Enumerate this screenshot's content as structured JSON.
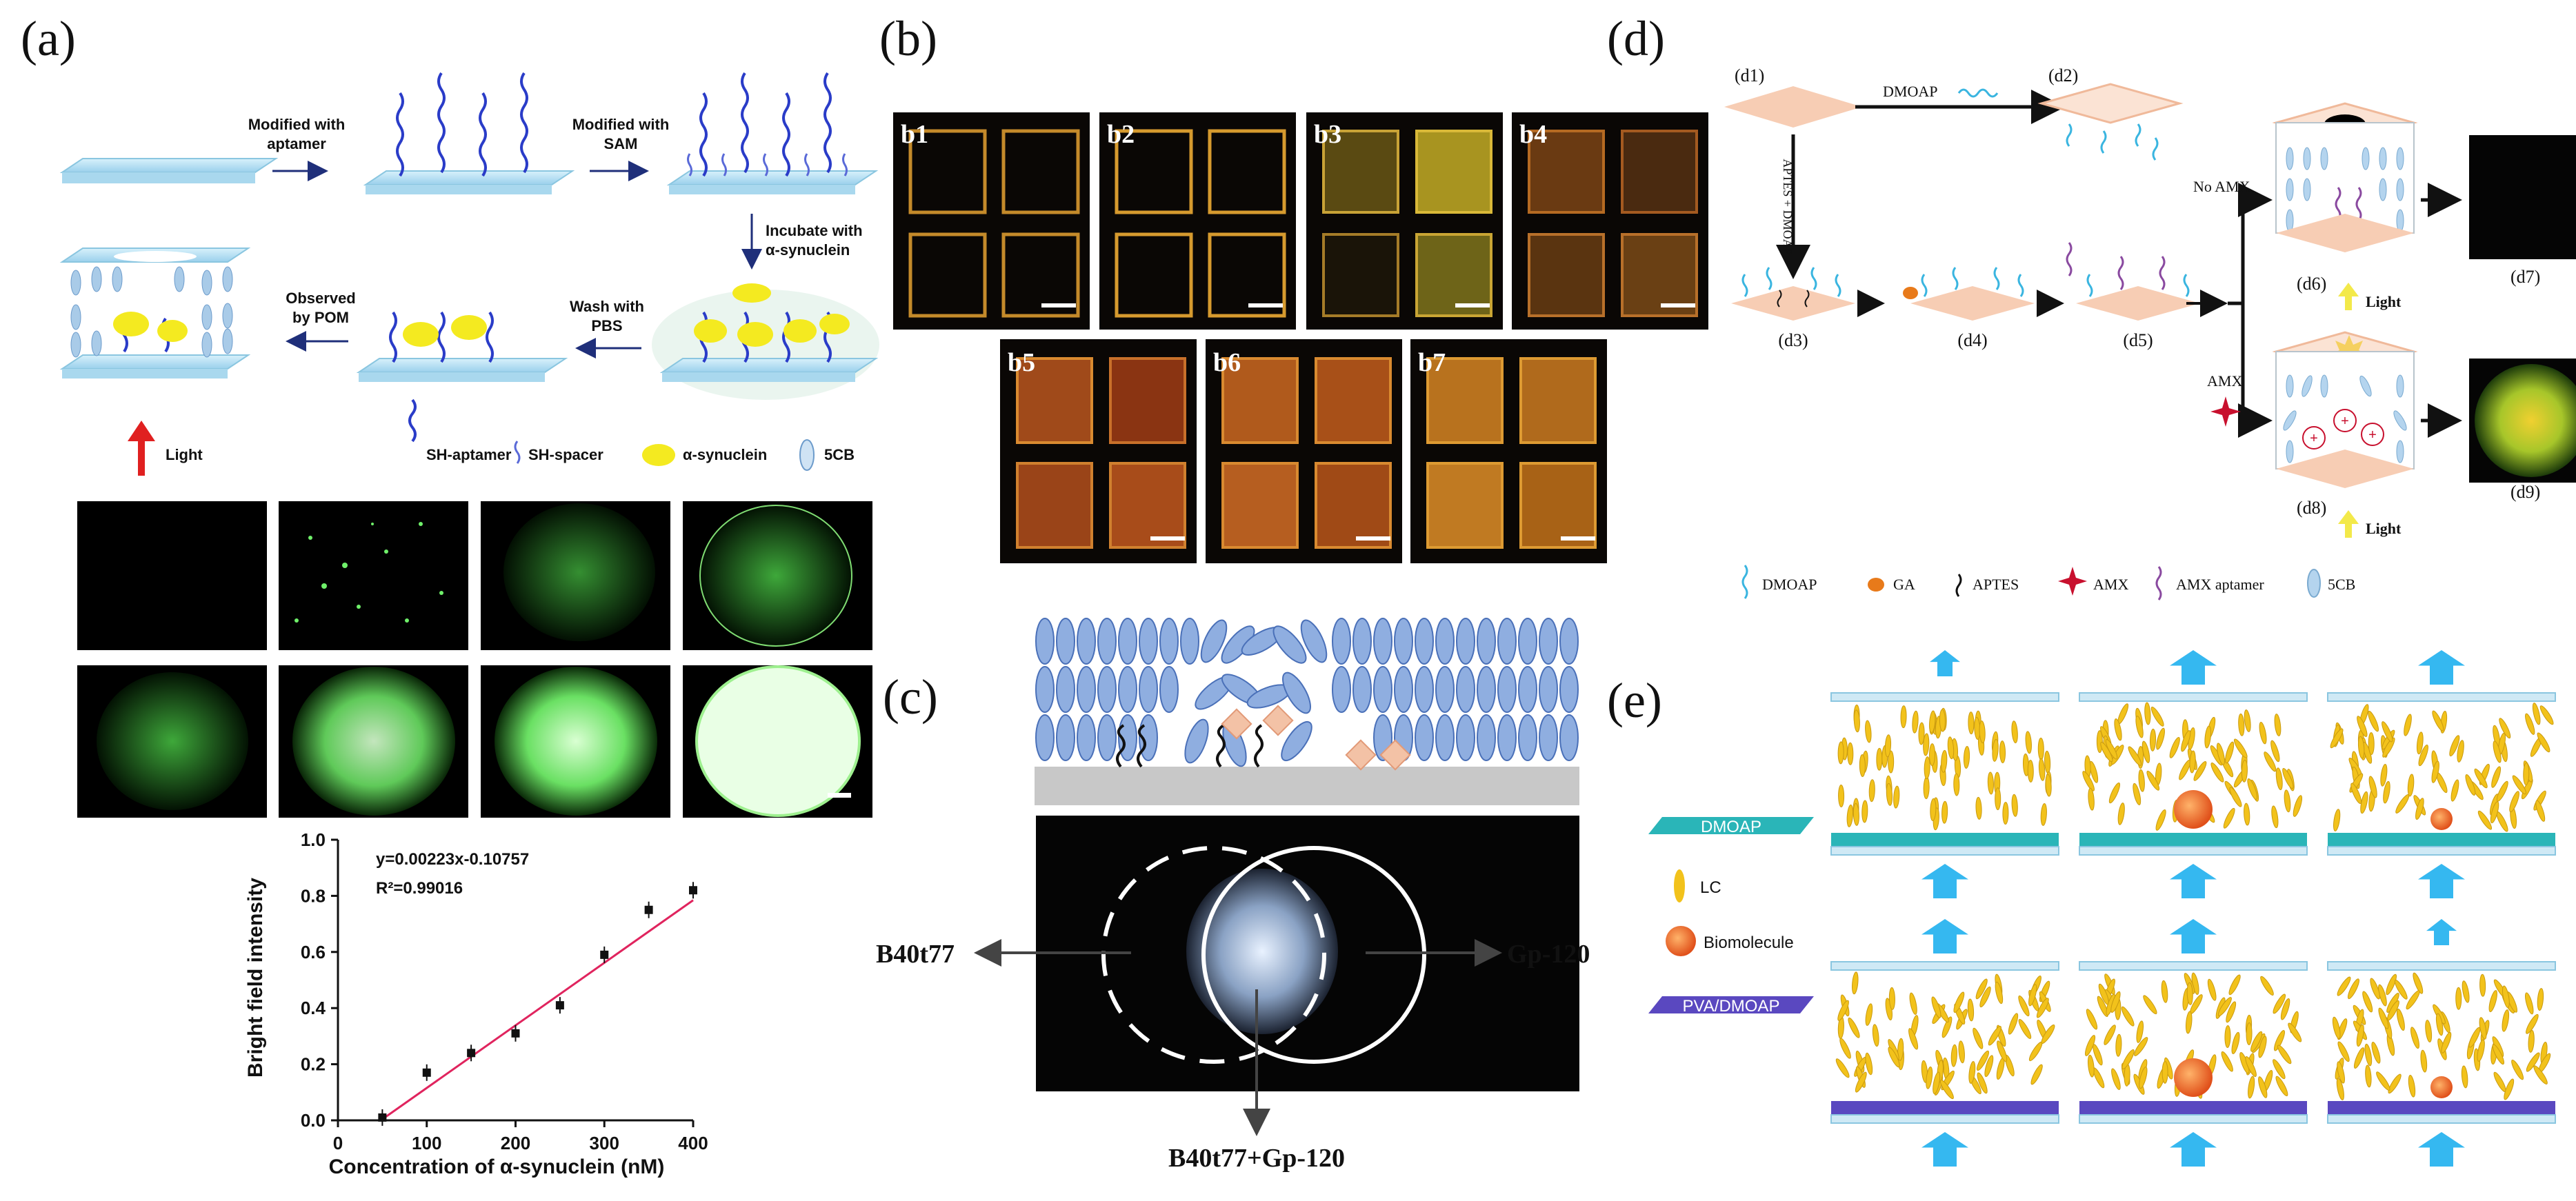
{
  "panels": {
    "a": "(a)",
    "b": "(b)",
    "c": "(c)",
    "d": "(d)",
    "e": "(e)"
  },
  "panel_a": {
    "steps": {
      "s1": "Modified with",
      "s1b": "aptamer",
      "s2": "Modified with",
      "s2b": "SAM",
      "s3": "Incubate with",
      "s3b": "α-synuclein",
      "s4": "Wash with",
      "s4b": "PBS",
      "s5": "Observed",
      "s5b": "by POM"
    },
    "light": "Light",
    "legend": {
      "aptamer": "SH-aptamer",
      "spacer": "SH-spacer",
      "protein": "α-synuclein",
      "lc": "5CB"
    }
  },
  "chart_data": {
    "type": "scatter",
    "x": [
      50,
      100,
      150,
      200,
      250,
      300,
      350,
      400
    ],
    "values": [
      0.01,
      0.17,
      0.24,
      0.31,
      0.41,
      0.59,
      0.75,
      0.82
    ],
    "xlabel": "Concentration of α-synuclein (nM)",
    "ylabel": "Bright field intensity",
    "xlim": [
      0,
      400
    ],
    "ylim": [
      0.0,
      1.0
    ],
    "xticks": [
      "0",
      "100",
      "200",
      "300",
      "400"
    ],
    "yticks": [
      "0.0",
      "0.2",
      "0.4",
      "0.6",
      "0.8",
      "1.0"
    ],
    "fit_equation": "y=0.00223x-0.10757",
    "fit_r2": "R²=0.99016",
    "fit_color": "#e0245e"
  },
  "panel_b": {
    "labels": [
      "b1",
      "b2",
      "b3",
      "b4",
      "b5",
      "b6",
      "b7"
    ]
  },
  "panel_c": {
    "left": "B40t77",
    "right": "Gp-120",
    "bottom": "B40t77+Gp-120"
  },
  "panel_d": {
    "labels": [
      "(d1)",
      "(d2)",
      "(d3)",
      "(d4)",
      "(d5)",
      "(d6)",
      "(d7)",
      "(d8)",
      "(d9)"
    ],
    "dmoap": "DMOAP",
    "aptes_dmoap": "APTES + DMOAP",
    "no_amx": "No AMX",
    "amx": "AMX",
    "light": "Light",
    "legend": {
      "dmoap": "DMOAP",
      "ga": "GA",
      "aptes": "APTES",
      "amx": "AMX",
      "aptamer": "AMX aptamer",
      "lc": "5CB"
    }
  },
  "panel_e": {
    "dmoap": "DMOAP",
    "lc": "LC",
    "biomolecule": "Biomolecule",
    "pva": "PVA/DMOAP"
  },
  "colors": {
    "aptamer": "#2a3cc8",
    "lc_ellipse": "#9bbfe0",
    "glow_green": "#4fe04a",
    "lc_yellow": "#f2c21b",
    "teal": "#2ab5b8",
    "purple": "#5a48c0",
    "blue_arrow": "#35b8f0",
    "red_arrow": "#e02020"
  }
}
